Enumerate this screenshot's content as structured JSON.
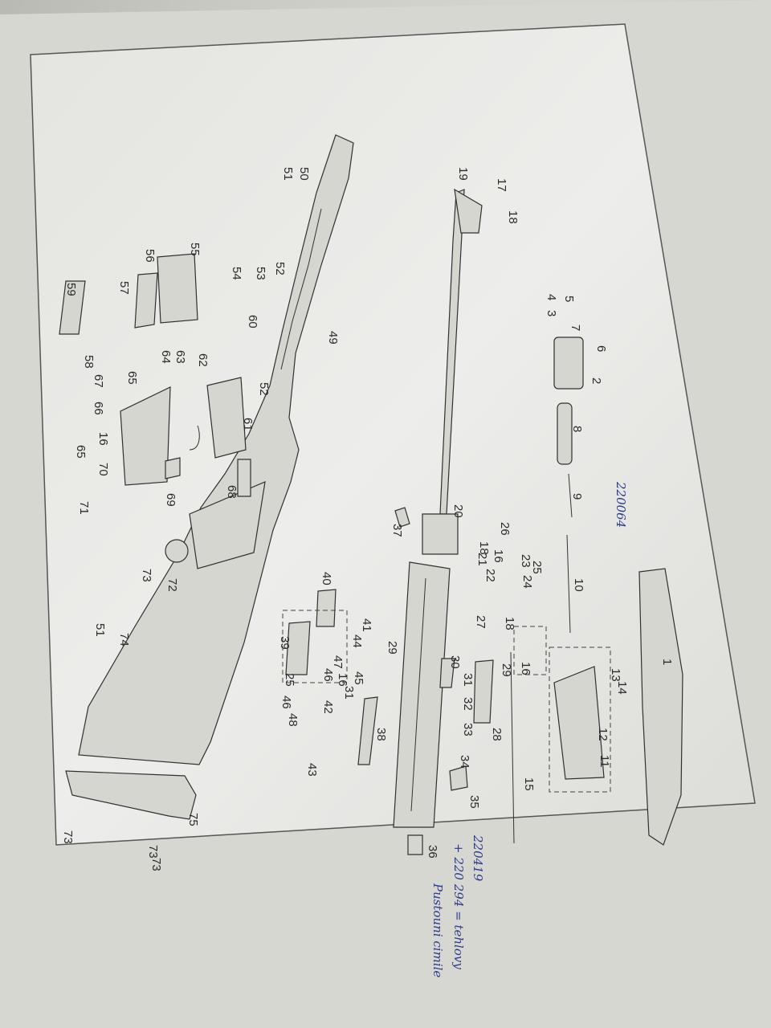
{
  "callouts": [
    {
      "n": "1"
    },
    {
      "n": "2"
    },
    {
      "n": "3"
    },
    {
      "n": "4"
    },
    {
      "n": "5"
    },
    {
      "n": "6"
    },
    {
      "n": "7"
    },
    {
      "n": "8"
    },
    {
      "n": "9"
    },
    {
      "n": "10"
    },
    {
      "n": "11"
    },
    {
      "n": "12"
    },
    {
      "n": "13"
    },
    {
      "n": "14"
    },
    {
      "n": "15"
    },
    {
      "n": "16"
    },
    {
      "n": "16"
    },
    {
      "n": "16"
    },
    {
      "n": "16"
    },
    {
      "n": "17"
    },
    {
      "n": "18"
    },
    {
      "n": "18"
    },
    {
      "n": "18"
    },
    {
      "n": "19"
    },
    {
      "n": "20"
    },
    {
      "n": "21"
    },
    {
      "n": "22"
    },
    {
      "n": "23"
    },
    {
      "n": "24"
    },
    {
      "n": "25"
    },
    {
      "n": "25"
    },
    {
      "n": "26"
    },
    {
      "n": "27"
    },
    {
      "n": "28"
    },
    {
      "n": "29"
    },
    {
      "n": "29"
    },
    {
      "n": "30"
    },
    {
      "n": "31"
    },
    {
      "n": "31"
    },
    {
      "n": "32"
    },
    {
      "n": "33"
    },
    {
      "n": "34"
    },
    {
      "n": "35"
    },
    {
      "n": "36"
    },
    {
      "n": "37"
    },
    {
      "n": "38"
    },
    {
      "n": "39"
    },
    {
      "n": "40"
    },
    {
      "n": "41"
    },
    {
      "n": "42"
    },
    {
      "n": "43"
    },
    {
      "n": "44"
    },
    {
      "n": "45"
    },
    {
      "n": "46"
    },
    {
      "n": "46"
    },
    {
      "n": "47"
    },
    {
      "n": "48"
    },
    {
      "n": "49"
    },
    {
      "n": "50"
    },
    {
      "n": "51"
    },
    {
      "n": "51"
    },
    {
      "n": "52"
    },
    {
      "n": "52"
    },
    {
      "n": "53"
    },
    {
      "n": "54"
    },
    {
      "n": "55"
    },
    {
      "n": "56"
    },
    {
      "n": "57"
    },
    {
      "n": "58"
    },
    {
      "n": "59"
    },
    {
      "n": "60"
    },
    {
      "n": "61"
    },
    {
      "n": "62"
    },
    {
      "n": "63"
    },
    {
      "n": "64"
    },
    {
      "n": "65"
    },
    {
      "n": "65"
    },
    {
      "n": "66"
    },
    {
      "n": "67"
    },
    {
      "n": "68"
    },
    {
      "n": "69"
    },
    {
      "n": "70"
    },
    {
      "n": "71"
    },
    {
      "n": "72"
    },
    {
      "n": "73"
    },
    {
      "n": "73"
    },
    {
      "n": "73"
    },
    {
      "n": "73"
    },
    {
      "n": "74"
    },
    {
      "n": "75"
    }
  ],
  "handwriting": {
    "note_9": "220064",
    "note_35": "220419",
    "note_35b": "+ 220 294 = tehlovy",
    "note_35c": "Pustouni cimile"
  },
  "colors": {
    "paper": "#ececea",
    "ink": "#2a2a2a",
    "handwriting_ink": "#2d3d8a",
    "background": "#9a9b96"
  }
}
